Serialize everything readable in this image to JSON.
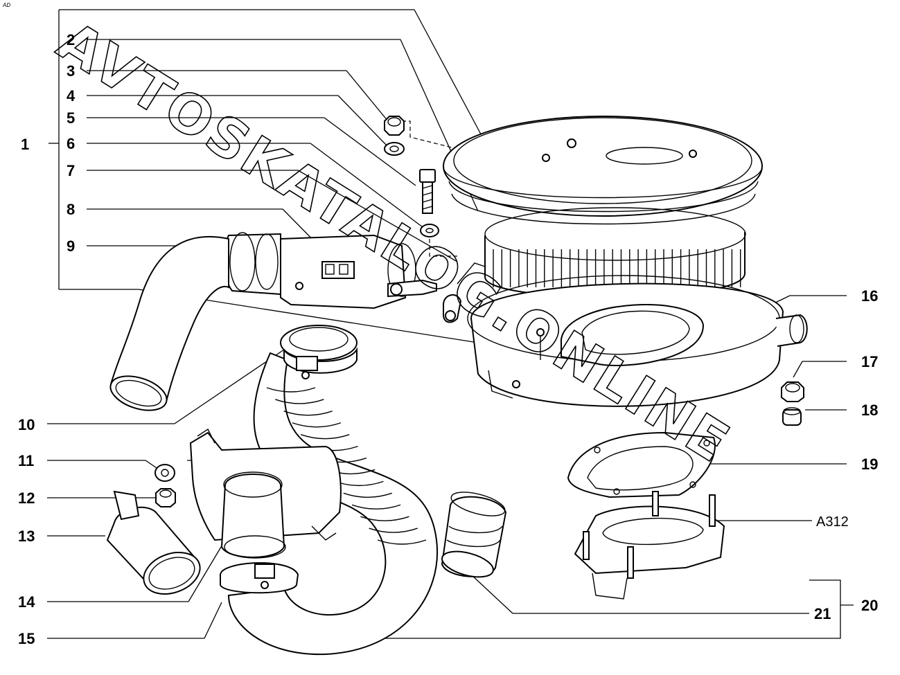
{
  "corner_mark": "AD",
  "watermark": "AVTOSKATALOG.ONLINE",
  "drawing_code": "A312",
  "callouts": [
    "1",
    "2",
    "3",
    "4",
    "5",
    "6",
    "7",
    "8",
    "9",
    "10",
    "11",
    "12",
    "13",
    "14",
    "15",
    "16",
    "17",
    "18",
    "19",
    "20",
    "21"
  ]
}
